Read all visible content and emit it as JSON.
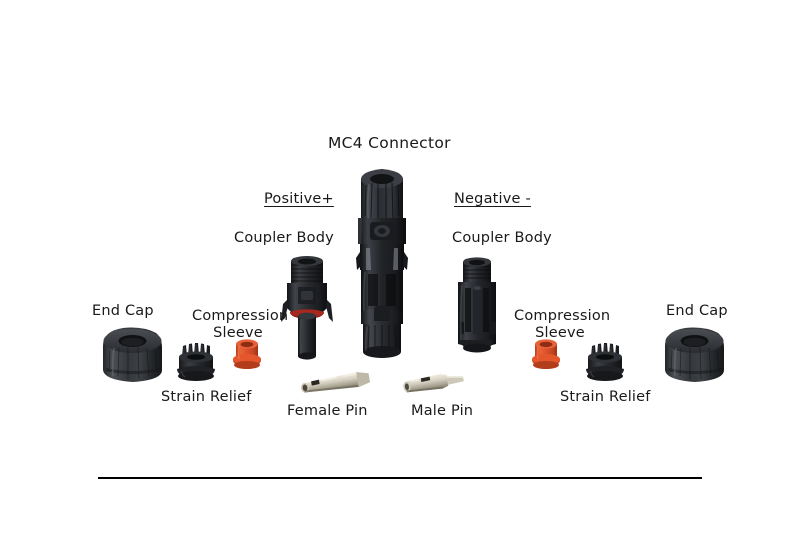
{
  "figure": {
    "title": "MC4 Connector",
    "background_color": "#ffffff",
    "text_color": "#1a1a1a"
  },
  "polarity": {
    "positive": "Positive+",
    "negative": "Negative -"
  },
  "labels": {
    "coupler_body_left": "Coupler Body",
    "coupler_body_right": "Coupler Body",
    "end_cap_left": "End Cap",
    "end_cap_right": "End Cap",
    "compression_sleeve_left": "Compression\nSleeve",
    "compression_sleeve_left_line1": "Compression",
    "compression_sleeve_left_line2": "Sleeve",
    "compression_sleeve_right_line1": "Compression",
    "compression_sleeve_right_line2": "Sleeve",
    "strain_relief_left": "Strain Relief",
    "strain_relief_right": "Strain Relief",
    "female_pin": "Female Pin",
    "male_pin": "Male Pin"
  },
  "colors": {
    "plastic_black": "#2b2d30",
    "plastic_black_dark": "#141517",
    "plastic_highlight": "#55585e",
    "sleeve_orange": "#e0542f",
    "sleeve_orange_dark": "#b03d20",
    "pin_metal": "#d9d4c6",
    "pin_metal_dark": "#8d8878",
    "red_ring": "#8e1f18",
    "rule": "#000000"
  },
  "parts": [
    {
      "name": "end-cap-left",
      "label": "End Cap",
      "side": "left",
      "material": "black-plastic"
    },
    {
      "name": "strain-relief-left",
      "label": "Strain Relief",
      "side": "left",
      "material": "black-plastic"
    },
    {
      "name": "compression-sleeve-left",
      "label": "Compression Sleeve",
      "side": "left",
      "material": "orange-plastic"
    },
    {
      "name": "coupler-body-positive",
      "label": "Coupler Body",
      "side": "left",
      "material": "black-plastic"
    },
    {
      "name": "female-pin",
      "label": "Female Pin",
      "side": "center",
      "material": "metal"
    },
    {
      "name": "male-pin",
      "label": "Male Pin",
      "side": "center",
      "material": "metal"
    },
    {
      "name": "assembled-connector",
      "label": "MC4 Connector",
      "side": "center",
      "material": "black-plastic"
    },
    {
      "name": "coupler-body-negative",
      "label": "Coupler Body",
      "side": "right",
      "material": "black-plastic"
    },
    {
      "name": "compression-sleeve-right",
      "label": "Compression Sleeve",
      "side": "right",
      "material": "orange-plastic"
    },
    {
      "name": "strain-relief-right",
      "label": "Strain Relief",
      "side": "right",
      "material": "black-plastic"
    },
    {
      "name": "end-cap-right",
      "label": "End Cap",
      "side": "right",
      "material": "black-plastic"
    }
  ]
}
